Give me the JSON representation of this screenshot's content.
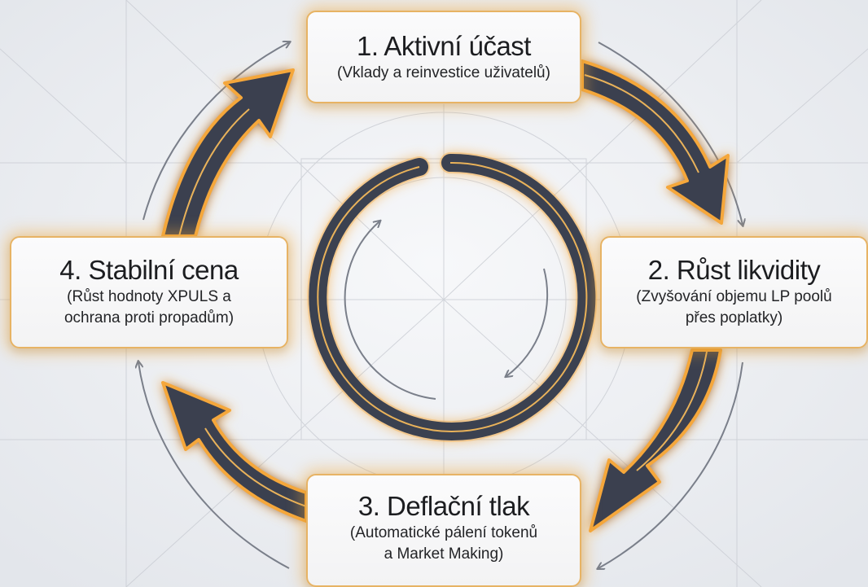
{
  "stages": [
    {
      "title": "1. Aktivní účast",
      "desc": [
        "(Vklady a reinvestice uživatelů)"
      ]
    },
    {
      "title": "2. Růst likvidity",
      "desc": [
        "(Zvyšování objemu LP poolů",
        "přes poplatky)"
      ]
    },
    {
      "title": "3. Deflační tlak",
      "desc": [
        "(Automatické pálení tokenů",
        "a Market Making)"
      ]
    },
    {
      "title": "4. Stabilní cena",
      "desc": [
        "(Růst hodnoty XPULS a",
        "ochrana proti propadům)"
      ]
    }
  ],
  "colors": {
    "background": "#eceef2",
    "arrow_fill": "#3b4150",
    "arrow_glow": "#f5a73b",
    "arrow_stripe": "#e9b25a",
    "box_border": "#e7b364",
    "thin_arrow": "#7a7f8a"
  }
}
